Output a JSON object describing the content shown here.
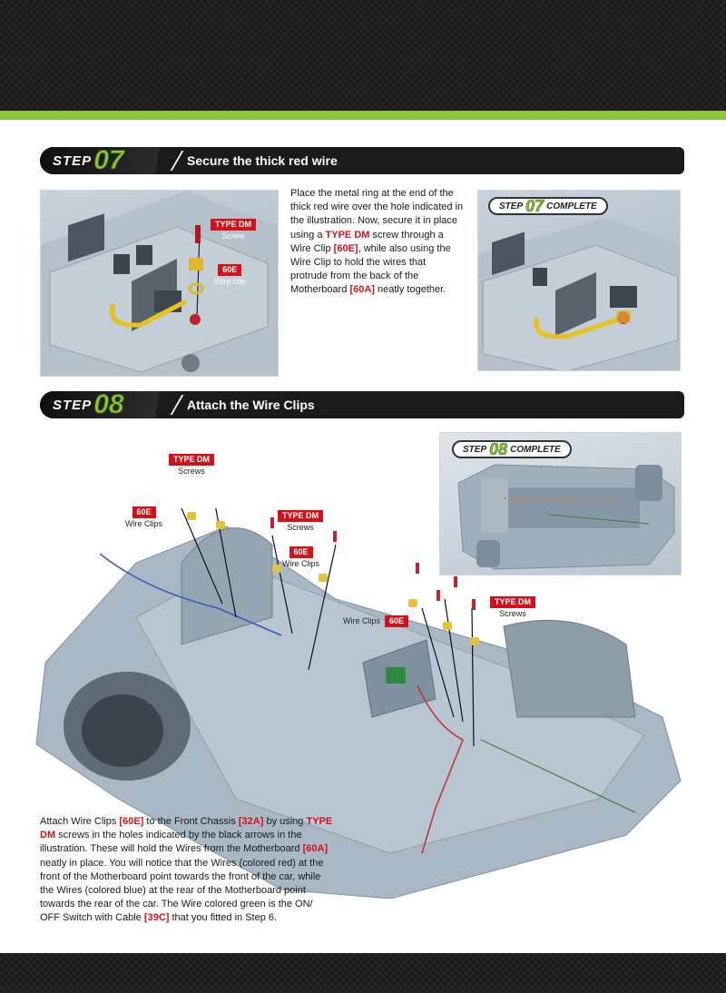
{
  "step07": {
    "word": "STEP",
    "number": "07",
    "title": "Secure the thick red wire",
    "tag_screw": "TYPE DM",
    "tag_screw_sub": "Screw",
    "tag_clip": "60E",
    "tag_clip_sub": "Wire clip",
    "complete": {
      "word": "STEP",
      "number": "07",
      "suffix": "COMPLETE"
    },
    "para": {
      "t1": "Place the metal ring at the end of the thick red wire over the hole indicated in the illustration. Now, secure it in place using a ",
      "r1": "TYPE DM",
      "t2": " screw through a Wire Clip ",
      "r2": "[60E]",
      "t3": ", while also using the Wire Clip to hold the wires that protrude from the back of the Motherboard ",
      "r3": "[60A]",
      "t4": " neatly together."
    }
  },
  "step08": {
    "word": "STEP",
    "number": "08",
    "title": "Attach the Wire Clips",
    "complete": {
      "word": "STEP",
      "number": "08",
      "suffix": "COMPLETE"
    },
    "tags": {
      "a_red": "TYPE DM",
      "a_sub": "Screws",
      "b_red": "60E",
      "b_sub": "Wire Clips",
      "c_red": "TYPE DM",
      "c_sub": "Screws",
      "d_red": "60E",
      "d_sub": "Wire Clips",
      "e_label": "Wire Clips",
      "e_red": "60E",
      "f_red": "TYPE DM",
      "f_sub": "Screws"
    },
    "para": {
      "t1": "Attach Wire Clips ",
      "r1": "[60E]",
      "t2": " to the Front Chassis ",
      "r2": "[32A]",
      "t3": " by using ",
      "r3": "TYPE DM",
      "t4": " screws in the holes indicated by the black arrows in the illustration. These will hold the Wires from the Motherboard ",
      "r4": "[60A]",
      "t5": " neatly in place. You will notice that the Wires (colored red) at the front of the Motherboard point towards the front of the car, while the Wires (colored blue) at the rear of the Motherboard point towards the rear of the car. The Wire colored green is the ON/ OFF Switch with Cable ",
      "r5": "[39C]",
      "t6": " that you fitted in Step 6."
    }
  },
  "colors": {
    "accent_green": "#8cc63f",
    "accent_red": "#d0121b",
    "bar_dark": "#1a1a1a"
  }
}
